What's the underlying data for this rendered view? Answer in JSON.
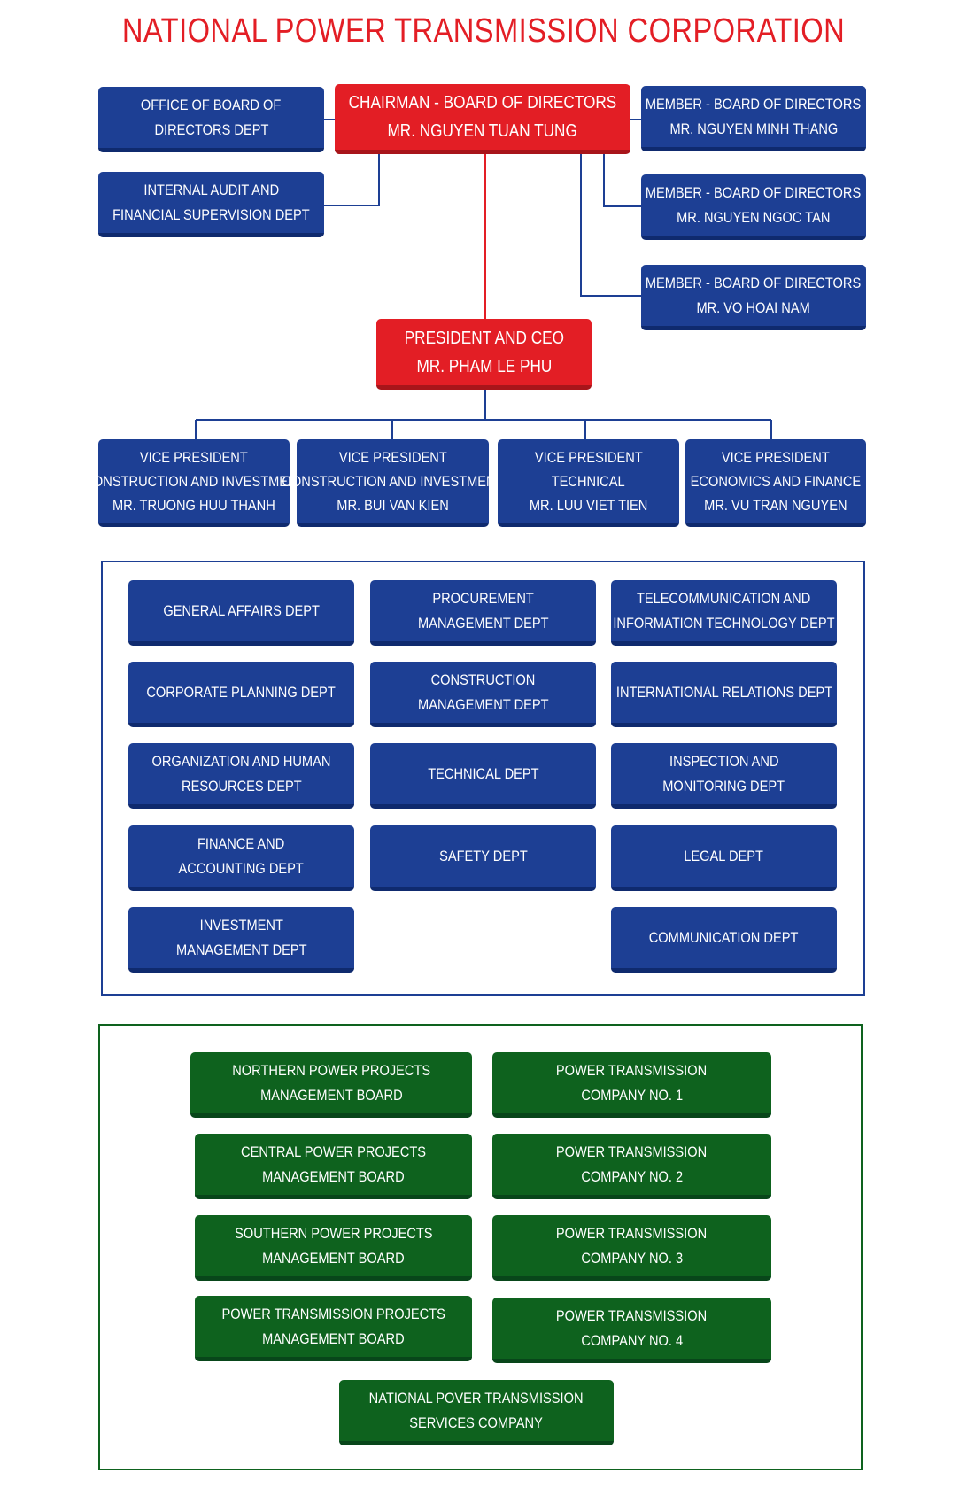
{
  "title": "NATIONAL POWER TRANSMISSION CORPORATION",
  "colors": {
    "title_red": "#e31e25",
    "leadership_red": "#e31e25",
    "department_blue": "#1d3f94",
    "unit_green": "#0e621e",
    "connector_blue": "#1d3f94",
    "connector_red": "#e31e25"
  },
  "chairman": {
    "line1": "CHAIRMAN - BOARD OF DIRECTORS",
    "line2": "MR. NGUYEN TUAN TUNG"
  },
  "office_board": {
    "line1": "OFFICE OF BOARD OF",
    "line2": "DIRECTORS DEPT"
  },
  "internal_audit": {
    "line1": "INTERNAL AUDIT AND",
    "line2": "FINANCIAL SUPERVISION DEPT"
  },
  "board_members": [
    {
      "line1": "MEMBER - BOARD OF DIRECTORS",
      "line2": "MR. NGUYEN MINH THANG"
    },
    {
      "line1": "MEMBER - BOARD OF DIRECTORS",
      "line2": "MR. NGUYEN NGOC TAN"
    },
    {
      "line1": "MEMBER - BOARD OF DIRECTORS",
      "line2": "MR. VO HOAI NAM"
    }
  ],
  "president": {
    "line1": "PRESIDENT AND CEO",
    "line2": "MR. PHAM LE PHU"
  },
  "vice_presidents": [
    {
      "line1": "VICE PRESIDENT",
      "line2": "CONSTRUCTION AND INVESTMENT",
      "line3": "MR. TRUONG HUU THANH"
    },
    {
      "line1": "VICE PRESIDENT",
      "line2": "CONSTRUCTION AND INVESTMENT",
      "line3": "MR. BUI VAN KIEN"
    },
    {
      "line1": "VICE PRESIDENT",
      "line2": "TECHNICAL",
      "line3": "MR. LUU VIET TIEN"
    },
    {
      "line1": "VICE PRESIDENT",
      "line2": "ECONOMICS AND FINANCE",
      "line3": "MR. VU TRAN NGUYEN"
    }
  ],
  "departments": [
    {
      "line1": "GENERAL AFFAIRS DEPT",
      "line2": ""
    },
    {
      "line1": "PROCUREMENT",
      "line2": "MANAGEMENT DEPT"
    },
    {
      "line1": "TELECOMMUNICATION AND",
      "line2": "INFORMATION TECHNOLOGY DEPT"
    },
    {
      "line1": "CORPORATE PLANNING DEPT",
      "line2": ""
    },
    {
      "line1": "CONSTRUCTION",
      "line2": "MANAGEMENT DEPT"
    },
    {
      "line1": "INTERNATIONAL RELATIONS DEPT",
      "line2": ""
    },
    {
      "line1": "ORGANIZATION AND HUMAN",
      "line2": "RESOURCES DEPT"
    },
    {
      "line1": "TECHNICAL DEPT",
      "line2": ""
    },
    {
      "line1": "INSPECTION AND",
      "line2": "MONITORING DEPT"
    },
    {
      "line1": "FINANCE AND",
      "line2": "ACCOUNTING DEPT"
    },
    {
      "line1": "SAFETY DEPT",
      "line2": ""
    },
    {
      "line1": "LEGAL DEPT",
      "line2": ""
    },
    {
      "line1": "INVESTMENT",
      "line2": "MANAGEMENT DEPT"
    },
    {
      "line1": "COMMUNICATION DEPT",
      "line2": ""
    }
  ],
  "units": [
    {
      "line1": "NORTHERN POWER PROJECTS",
      "line2": "MANAGEMENT BOARD"
    },
    {
      "line1": "POWER TRANSMISSION",
      "line2": "COMPANY NO. 1"
    },
    {
      "line1": "CENTRAL POWER PROJECTS",
      "line2": "MANAGEMENT BOARD"
    },
    {
      "line1": "POWER TRANSMISSION",
      "line2": "COMPANY NO. 2"
    },
    {
      "line1": "SOUTHERN POWER PROJECTS",
      "line2": "MANAGEMENT BOARD"
    },
    {
      "line1": "POWER TRANSMISSION",
      "line2": "COMPANY NO. 3"
    },
    {
      "line1": "POWER TRANSMISSION PROJECTS",
      "line2": "MANAGEMENT BOARD"
    },
    {
      "line1": "POWER TRANSMISSION",
      "line2": "COMPANY NO. 4"
    },
    {
      "line1": "NATIONAL POVER TRANSMISSION",
      "line2": "SERVICES COMPANY"
    }
  ]
}
